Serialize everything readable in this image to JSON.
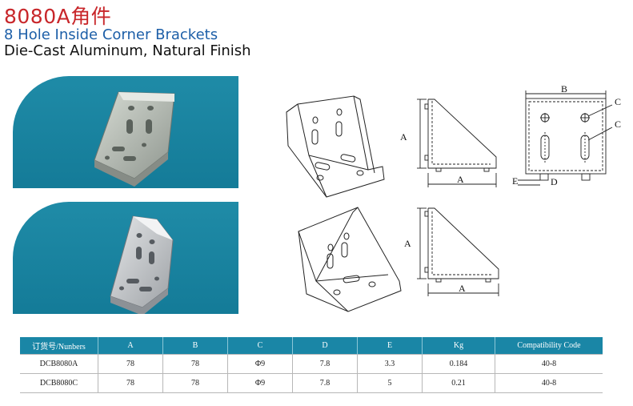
{
  "header": {
    "title": "8080A角件",
    "subtitle": "8 Hole Inside Corner Brackets",
    "subtitle2": "Die-Cast Aluminum, Natural Finish"
  },
  "colors": {
    "title": "#c8262a",
    "subtitle": "#1d5fa8",
    "panel": "#1a86a6",
    "table_header": "#1a86a6"
  },
  "drawings": {
    "side_view": {
      "label_a_vertical": "A",
      "label_a_horizontal": "A"
    },
    "front_view": {
      "label_b": "B",
      "label_c1": "C",
      "label_c2": "C",
      "label_d": "D",
      "label_e": "E"
    },
    "side_view_2": {
      "label_a_vertical": "A",
      "label_a_horizontal": "A"
    }
  },
  "table": {
    "headers": [
      "订货号/Nunbers",
      "A",
      "B",
      "C",
      "D",
      "E",
      "Kg",
      "Compatibility Code"
    ],
    "rows": [
      [
        "DCB8080A",
        "78",
        "78",
        "Φ9",
        "7.8",
        "3.3",
        "0.184",
        "40-8"
      ],
      [
        "DCB8080C",
        "78",
        "78",
        "Φ9",
        "7.8",
        "5",
        "0.21",
        "40-8"
      ]
    ]
  }
}
